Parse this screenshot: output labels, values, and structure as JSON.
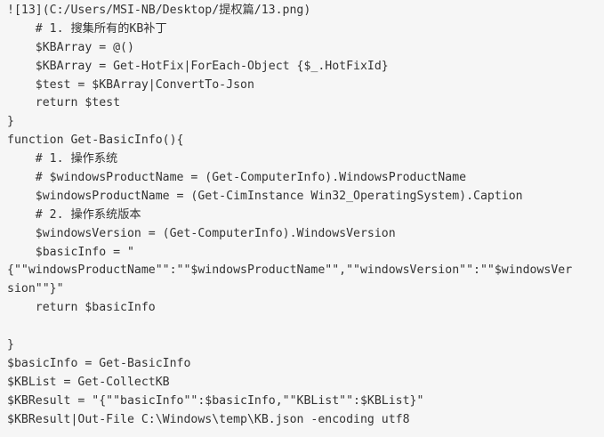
{
  "code": {
    "lines": [
      "![13](C:/Users/MSI-NB/Desktop/提权篇/13.png)",
      "    # 1. 搜集所有的KB补丁",
      "    $KBArray = @()",
      "    $KBArray = Get-HotFix|ForEach-Object {$_.HotFixId}",
      "    $test = $KBArray|ConvertTo-Json",
      "    return $test",
      "}",
      "function Get-BasicInfo(){",
      "    # 1. 操作系统",
      "    # $windowsProductName = (Get-ComputerInfo).WindowsProductName",
      "    $windowsProductName = (Get-CimInstance Win32_OperatingSystem).Caption",
      "    # 2. 操作系统版本",
      "    $windowsVersion = (Get-ComputerInfo).WindowsVersion",
      "    $basicInfo = \"",
      "{\"\"windowsProductName\"\":\"\"$windowsProductName\"\",\"\"windowsVersion\"\":\"\"$windowsVer",
      "sion\"\"}\"",
      "    return $basicInfo",
      "",
      "}",
      "$basicInfo = Get-BasicInfo",
      "$KBList = Get-CollectKB",
      "$KBResult = \"{\"\"basicInfo\"\":$basicInfo,\"\"KBList\"\":$KBList}\"",
      "$KBResult|Out-File C:\\Windows\\temp\\KB.json -encoding utf8"
    ]
  }
}
